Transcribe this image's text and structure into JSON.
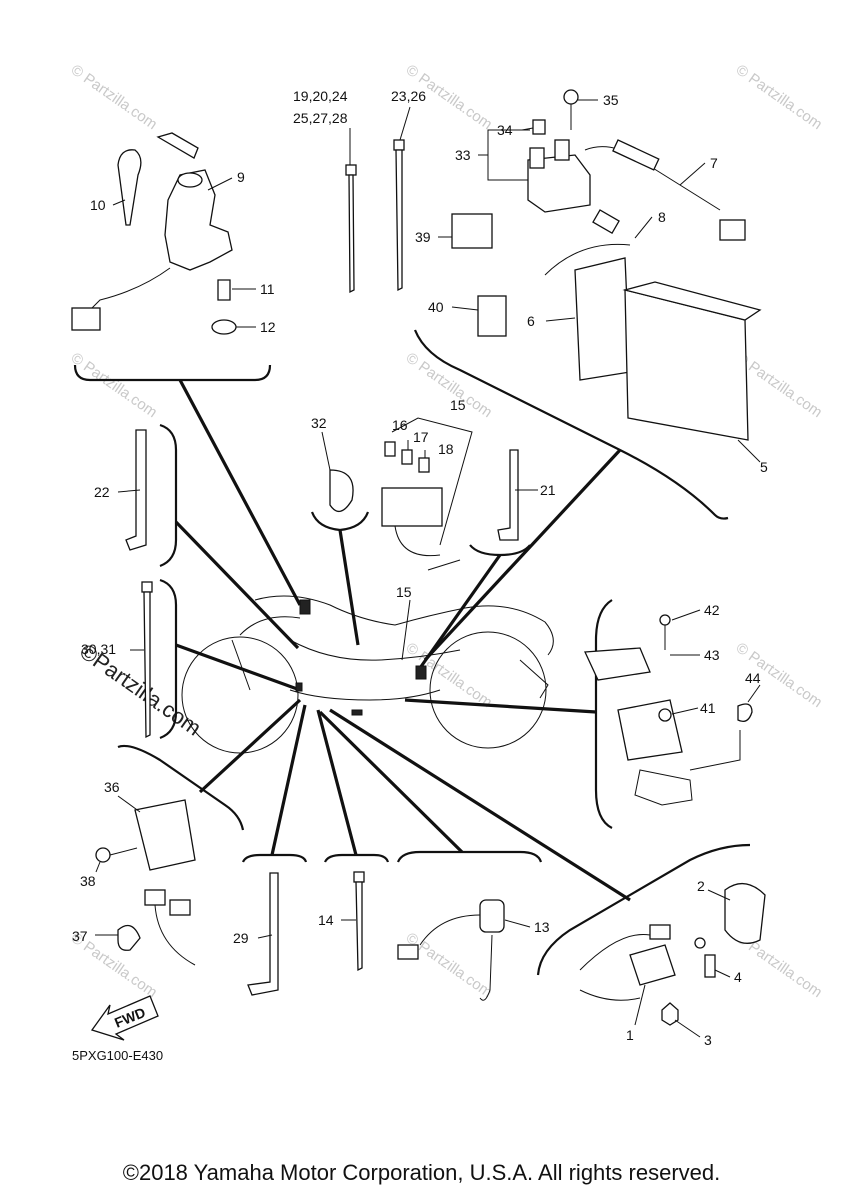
{
  "diagram": {
    "drawing_code": "5PXG100-E430",
    "fwd_label": "FWD",
    "copyright": "©2018 Yamaha Motor Corporation, U.S.A. All rights reserved.",
    "watermark_small": "© Partzilla.com",
    "watermark_large": "©Partzilla.com",
    "callouts": {
      "c1": "1",
      "c2": "2",
      "c3": "3",
      "c4": "4",
      "c5": "5",
      "c6": "6",
      "c7": "7",
      "c8": "8",
      "c9": "9",
      "c10": "10",
      "c11": "11",
      "c12": "12",
      "c13": "13",
      "c14": "14",
      "c15a": "15",
      "c15b": "15",
      "c16": "16",
      "c17": "17",
      "c18": "18",
      "c19": "19,20,24",
      "c25": "25,27,28",
      "c21": "21",
      "c22": "22",
      "c23": "23,26",
      "c29": "29",
      "c30": "30,31",
      "c32": "32",
      "c33": "33",
      "c34": "34",
      "c35": "35",
      "c36": "36",
      "c37": "37",
      "c38": "38",
      "c39": "39",
      "c40": "40",
      "c41": "41",
      "c42": "42",
      "c43": "43",
      "c44": "44"
    }
  }
}
